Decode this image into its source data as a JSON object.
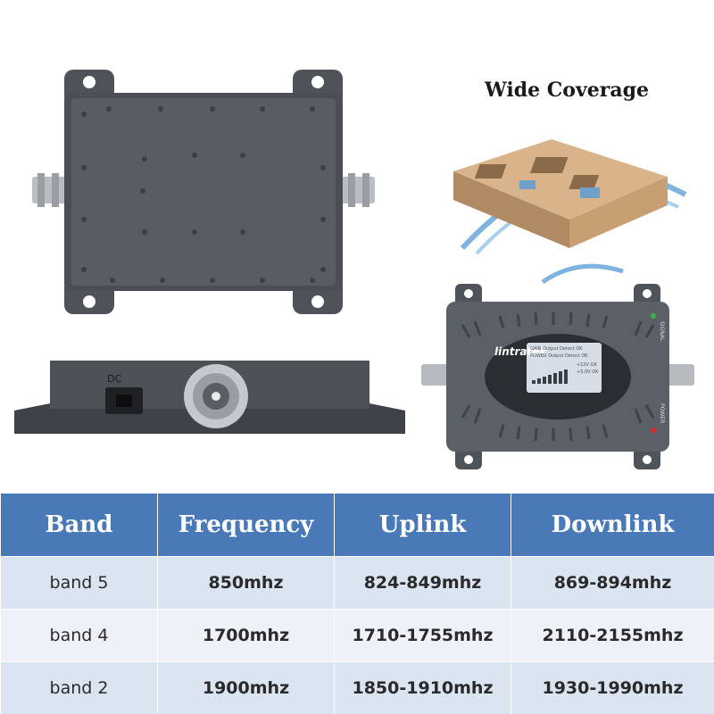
{
  "coverage": {
    "title": "Wide Coverage"
  },
  "device": {
    "brand": "lintratek",
    "port_label": "DC",
    "indicator_signal": "SIGNAL",
    "indicator_power": "POWER",
    "lcd_lines": [
      "GAIN Output Detect  OK",
      "POWER Output Detect  OK",
      "+12V  OK",
      "+5.0V  OK"
    ],
    "colors": {
      "body": "#5b5f66",
      "body_dark": "#3a3d42",
      "lcd": "#d7dde6",
      "led_power": "#e0262a",
      "led_signal": "#36b34a"
    }
  },
  "table": {
    "headers": [
      "Band",
      "Frequency",
      "Uplink",
      "Downlink"
    ],
    "rows": [
      [
        "band 5",
        "850mhz",
        "824-849mhz",
        "869-894mhz"
      ],
      [
        "band 4",
        "1700mhz",
        "1710-1755mhz",
        "2110-2155mhz"
      ],
      [
        "band 2",
        "1900mhz",
        "1850-1910mhz",
        "1930-1990mhz"
      ]
    ],
    "colors": {
      "header": "#4a79b8",
      "row_a": "#dbe4f1",
      "row_b": "#eef2f8"
    }
  }
}
